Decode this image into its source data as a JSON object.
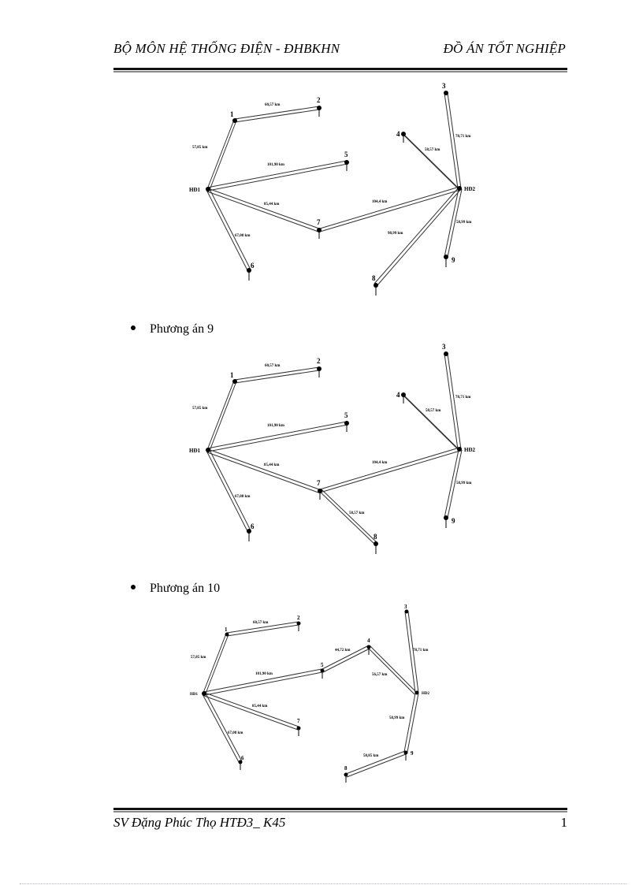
{
  "header": {
    "left": "BỘ MÔN HỆ THỐNG ĐIỆN - ĐHBKHN",
    "right": "ĐỒ ÁN TỐT NGHIỆP"
  },
  "sections": [
    {
      "bullet": "",
      "title": ""
    },
    {
      "bullet": "•",
      "title": "Phương án 9"
    },
    {
      "bullet": "•",
      "title": "Phương án 10"
    }
  ],
  "diagrams": [
    {
      "id": "phuong-an-8",
      "nodes": {
        "HD1": "HĐ1",
        "HD2": "HĐ2",
        "n1": "1",
        "n2": "2",
        "n3": "3",
        "n4": "4",
        "n5": "5",
        "n6": "6",
        "n7": "7",
        "n8": "8",
        "n9": "9"
      },
      "lines": {
        "HD1_1": "57,85 km",
        "1_2": "60,57 km",
        "HD1_5": "101,90 km",
        "HD1_7": "85,44 km",
        "HD1_6": "67,08 km",
        "7_HD2": "104,4 km",
        "HD2_3": "78,71 km",
        "HD2_4": "58,57 km",
        "HD2_8": "98,99 km",
        "HD2_9": "58,99 km"
      }
    },
    {
      "id": "phuong-an-9",
      "nodes": {
        "HD1": "HĐ1",
        "HD2": "HĐ2",
        "n1": "1",
        "n2": "2",
        "n3": "3",
        "n4": "4",
        "n5": "5",
        "n6": "6",
        "n7": "7",
        "n8": "8",
        "n9": "9"
      },
      "lines": {
        "HD1_1": "57,85 km",
        "1_2": "60,57 km",
        "HD1_5": "101,90 km",
        "HD1_7": "85,44 km",
        "HD1_6": "67,08 km",
        "7_HD2": "104,4 km",
        "HD2_3": "78,71 km",
        "HD2_4": "58,57 km",
        "7_8": "58,57 km",
        "HD2_9": "58,99 km"
      }
    },
    {
      "id": "phuong-an-10",
      "nodes": {
        "HD1": "HĐ1",
        "HD2": "HĐ2",
        "n1": "1",
        "n2": "2",
        "n3": "3",
        "n4": "4",
        "n5": "5",
        "n6": "6",
        "n7": "7",
        "n8": "8",
        "n9": "9"
      },
      "lines": {
        "HD1_1": "57,85 km",
        "1_2": "60,57 km",
        "HD1_5": "101,90 km",
        "5_4": "44,72 km",
        "4_HD2": "56,57 km",
        "HD2_3": "78,71 km",
        "HD1_7": "85,44 km",
        "HD1_6": "67,08 km",
        "HD2_9": "58,99 km",
        "9_8": "58,85 km"
      }
    }
  ],
  "footer": {
    "left": "SV Đặng Phúc Thọ HTĐ3_ K45",
    "page": "1"
  },
  "colors": {
    "text": "#000000",
    "line": "#333333",
    "rule_thin": "#888888"
  }
}
